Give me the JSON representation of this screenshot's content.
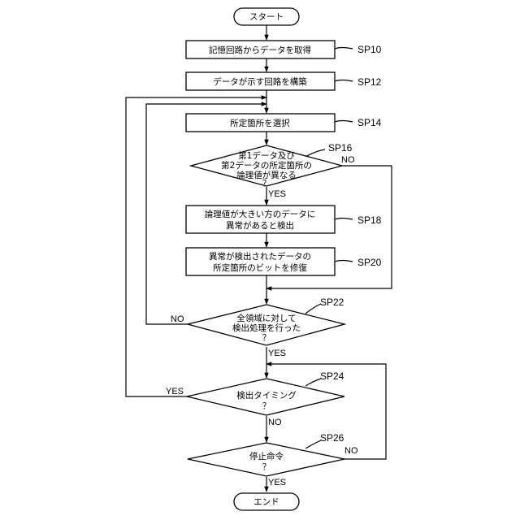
{
  "flowchart": {
    "start": "スタート",
    "end": "エンド",
    "steps": {
      "sp10": {
        "text": "記憶回路からデータを取得",
        "ref": "SP10"
      },
      "sp12": {
        "text": "データが示す回路を構築",
        "ref": "SP12"
      },
      "sp14": {
        "text": "所定箇所を選択",
        "ref": "SP14"
      },
      "sp18": {
        "line1": "論理値が大きい方のデータに",
        "line2": "異常があると検出",
        "ref": "SP18"
      },
      "sp20": {
        "line1": "異常が検出されたデータの",
        "line2": "所定箇所のビットを修復",
        "ref": "SP20"
      }
    },
    "decisions": {
      "sp16": {
        "line1": "第1データ及び",
        "line2": "第2データの所定箇所の",
        "line3": "論理値が異なる",
        "line4": "？",
        "ref": "SP16"
      },
      "sp22": {
        "line1": "全領域に対して",
        "line2": "検出処理を行った",
        "line3": "？",
        "ref": "SP22"
      },
      "sp24": {
        "line1": "検出タイミング",
        "line2": "？",
        "ref": "SP24"
      },
      "sp26": {
        "line1": "停止命令",
        "line2": "？",
        "ref": "SP26"
      }
    },
    "branches": {
      "yes": "YES",
      "no": "NO"
    }
  }
}
